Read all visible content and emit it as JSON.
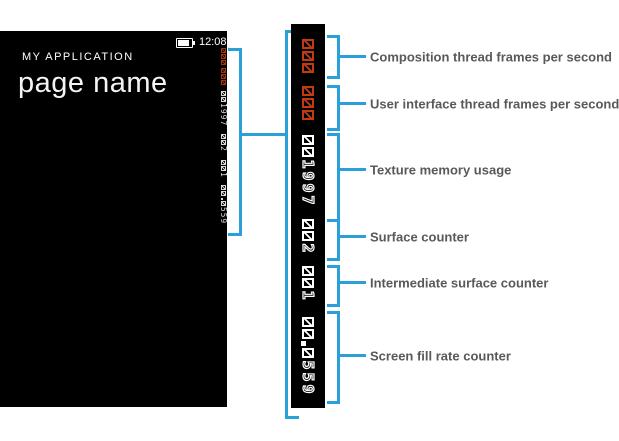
{
  "figure": {
    "phone": {
      "status": {
        "time": "12:08"
      },
      "app_title": "MY APPLICATION",
      "page_title": "page name"
    },
    "icons": {
      "battery": "battery-icon"
    },
    "counters": {
      "groups": [
        {
          "key": "composition-thread-fps",
          "value": "000",
          "color": "red",
          "label": "Composition thread frames per second"
        },
        {
          "key": "ui-thread-fps",
          "value": "000",
          "color": "red",
          "label": "User interface thread frames per second"
        },
        {
          "key": "texture-memory-usage",
          "value": "001997",
          "color": "white",
          "label": "Texture memory usage"
        },
        {
          "key": "surface-counter",
          "value": "002",
          "color": "white",
          "label": "Surface counter"
        },
        {
          "key": "intermediate-surface-counter",
          "value": "001",
          "color": "white",
          "label": "Intermediate surface counter"
        },
        {
          "key": "screen-fill-rate-counter",
          "value": "00.0559",
          "color": "white",
          "label": "Screen fill rate counter"
        }
      ]
    },
    "colors": {
      "accent_blue": "#2b9fd8",
      "counter_red_big": "#c23a10",
      "counter_red_small": "#9e3510",
      "label_gray": "#58595b"
    }
  }
}
